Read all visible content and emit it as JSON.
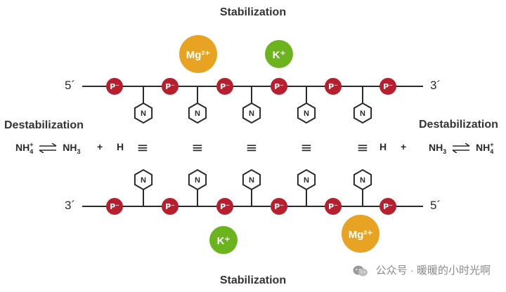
{
  "titles": {
    "top": "Stabilization",
    "bottom": "Stabilization"
  },
  "left": {
    "title": "Destabilization",
    "reactant": "NH",
    "reactant_sub": "4",
    "reactant_sup": "+",
    "product": "NH",
    "product_sub": "3"
  },
  "right": {
    "title": "Destabilization",
    "reactant": "NH",
    "reactant_sub": "3",
    "product": "NH",
    "product_sub": "4",
    "product_sup": "+"
  },
  "hydrogen": {
    "left_plus": "+",
    "left_h": "H",
    "right_h": "H",
    "right_plus": "+"
  },
  "strands": {
    "top": {
      "left_label": "5´",
      "right_label": "3´"
    },
    "bottom": {
      "left_label": "3´",
      "right_label": "5´"
    }
  },
  "phosphate_label": "P⁻",
  "base_label": "N",
  "triple_bond": "≡",
  "ions": {
    "mg_top": {
      "label": "Mg²⁺",
      "color": "#E9A323"
    },
    "k_top": {
      "label": "K⁺",
      "color": "#6BB41E"
    },
    "k_bottom": {
      "label": "K⁺",
      "color": "#6BB41E"
    },
    "mg_bottom": {
      "label": "Mg²⁺",
      "color": "#E9A323"
    }
  },
  "colors": {
    "phosphate": "#B81F2E",
    "backbone": "#2a2a2a"
  },
  "watermark": {
    "icon": "wechat-icon",
    "text": "公众号 · 暖暖的小时光啊"
  }
}
